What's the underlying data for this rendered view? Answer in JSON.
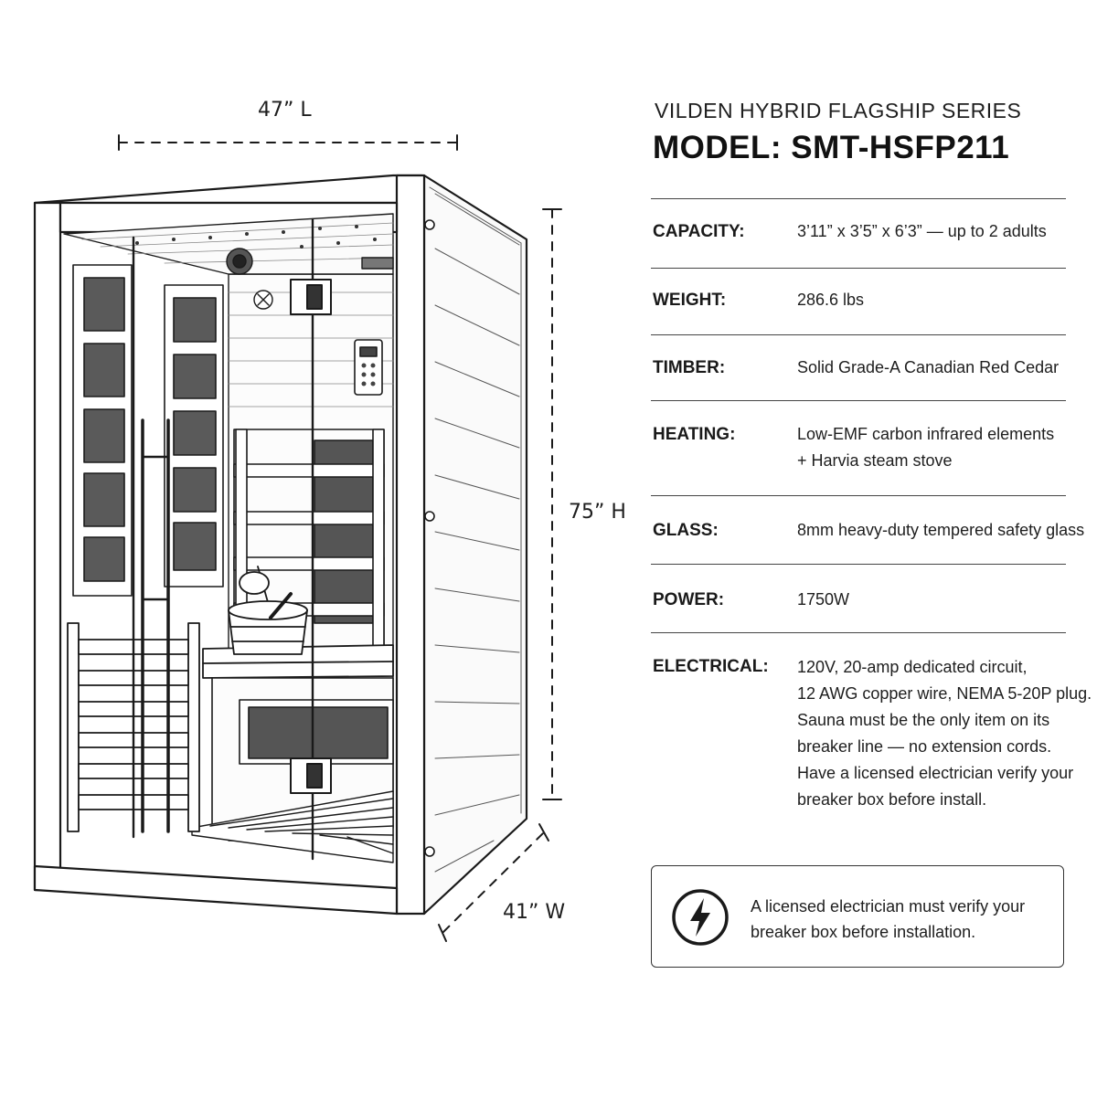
{
  "dimensions": {
    "length": "47” L",
    "height": "75” H",
    "width": "41” W"
  },
  "header": {
    "series": "VILDEN HYBRID FLAGSHIP SERIES",
    "model": "MODEL: SMT-HSFP211"
  },
  "specs": [
    {
      "label": "CAPACITY:",
      "lines": [
        "3’11” x 3’5” x 6’3” — up to 2 adults"
      ]
    },
    {
      "label": "WEIGHT:",
      "lines": [
        "286.6 lbs"
      ]
    },
    {
      "label": "TIMBER:",
      "lines": [
        "Solid Grade-A Canadian Red Cedar"
      ]
    },
    {
      "label": "HEATING:",
      "lines": [
        "Low-EMF carbon infrared elements",
        "+ Harvia steam stove"
      ]
    },
    {
      "label": "GLASS:",
      "lines": [
        "8mm heavy-duty tempered safety glass"
      ]
    },
    {
      "label": "POWER:",
      "lines": [
        "1750W"
      ]
    },
    {
      "label": "ELECTRICAL:",
      "lines": [
        "120V, 20-amp dedicated circuit,",
        "12 AWG copper wire, NEMA 5-20P plug.",
        "Sauna must be the only item on its",
        "breaker line — no extension cords.",
        "Have a licensed electrician verify your",
        "breaker box before install."
      ]
    }
  ],
  "notice": {
    "icon": "lightning-bolt-icon",
    "lines": [
      "A licensed electrician must verify your",
      "breaker box before installation."
    ]
  }
}
